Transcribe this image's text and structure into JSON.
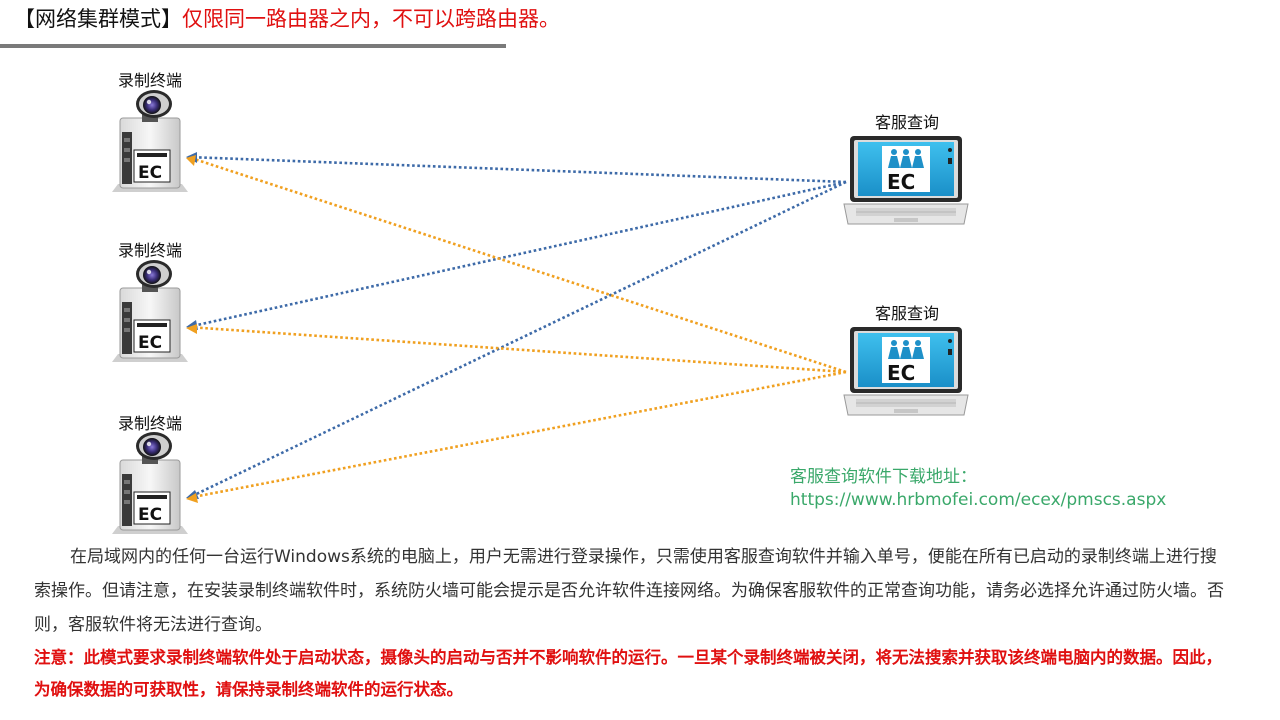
{
  "header": {
    "mode_label": "【网络集群模式】",
    "restriction": "仅限同一路由器之内，不可以跨路由器。"
  },
  "recorders": [
    {
      "label": "录制终端"
    },
    {
      "label": "录制终端"
    },
    {
      "label": "录制终端"
    }
  ],
  "query_clients": [
    {
      "label": "客服查询"
    },
    {
      "label": "客服查询"
    }
  ],
  "download": {
    "label": "客服查询软件下载地址：",
    "url": "https://www.hrbmofei.com/ecex/pmscs.aspx"
  },
  "description": "在局域网内的任何一台运行Windows系统的电脑上，用户无需进行登录操作，只需使用客服查询软件并输入单号，便能在所有已启动的录制终端上进行搜索操作。但请注意，在安装录制终端软件时，系统防火墙可能会提示是否允许软件连接网络。为确保客服软件的正常查询功能，请务必选择允许通过防火墙。否则，客服软件将无法进行查询。",
  "note": "注意：此模式要求录制终端软件处于启动状态，摄像头的启动与否并不影响软件的运行。一旦某个录制终端被关闭，将无法搜索并获取该终端电脑内的数据。因此，为确保数据的可获取性，请保持录制终端软件的运行状态。",
  "colors": {
    "title_red": "#e01010",
    "link_blue": "#3d6aa8",
    "link_orange": "#f0a020",
    "url_green": "#3aa86a"
  },
  "connections": [
    {
      "from": "query-client-1",
      "to": "recorder-1",
      "color": "blue"
    },
    {
      "from": "query-client-1",
      "to": "recorder-2",
      "color": "blue"
    },
    {
      "from": "query-client-1",
      "to": "recorder-3",
      "color": "blue"
    },
    {
      "from": "query-client-2",
      "to": "recorder-1",
      "color": "orange"
    },
    {
      "from": "query-client-2",
      "to": "recorder-2",
      "color": "orange"
    },
    {
      "from": "query-client-2",
      "to": "recorder-3",
      "color": "orange"
    }
  ]
}
